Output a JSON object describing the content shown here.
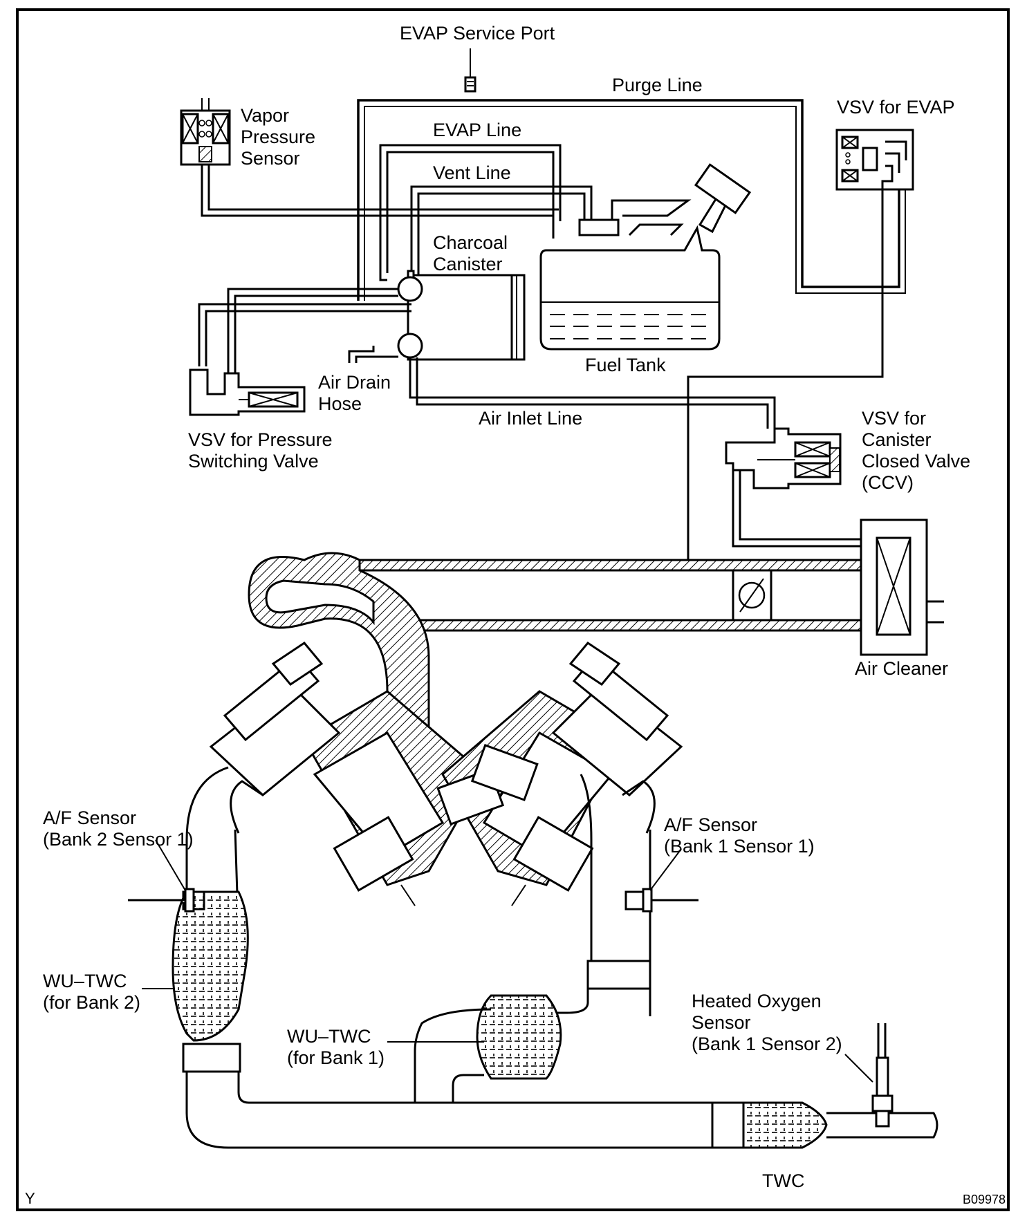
{
  "labels": {
    "evap_service_port": "EVAP Service Port",
    "purge_line": "Purge Line",
    "vsv_evap": "VSV for EVAP",
    "vapor_pressure_sensor": "Vapor\nPressure\nSensor",
    "evap_line": "EVAP Line",
    "vent_line": "Vent Line",
    "charcoal_canister": "Charcoal\nCanister",
    "fuel_tank": "Fuel Tank",
    "air_drain_hose": "Air Drain\nHose",
    "air_inlet_line": "Air Inlet Line",
    "vsv_pressure_switching": "VSV for Pressure\nSwitching Valve",
    "vsv_ccv": "VSV for\nCanister\nClosed Valve\n(CCV)",
    "air_cleaner": "Air Cleaner",
    "af_sensor_bank2": "A/F Sensor\n(Bank 2 Sensor 1)",
    "af_sensor_bank1": "A/F Sensor\n(Bank 1 Sensor 1)",
    "wu_twc_bank2": "WU–TWC\n(for Bank 2)",
    "wu_twc_bank1": "WU–TWC\n(for Bank 1)",
    "heated_oxygen_sensor": "Heated Oxygen\nSensor\n(Bank 1 Sensor 2)",
    "twc": "TWC",
    "corner_letter": "Y",
    "figure_code": "B09978"
  }
}
